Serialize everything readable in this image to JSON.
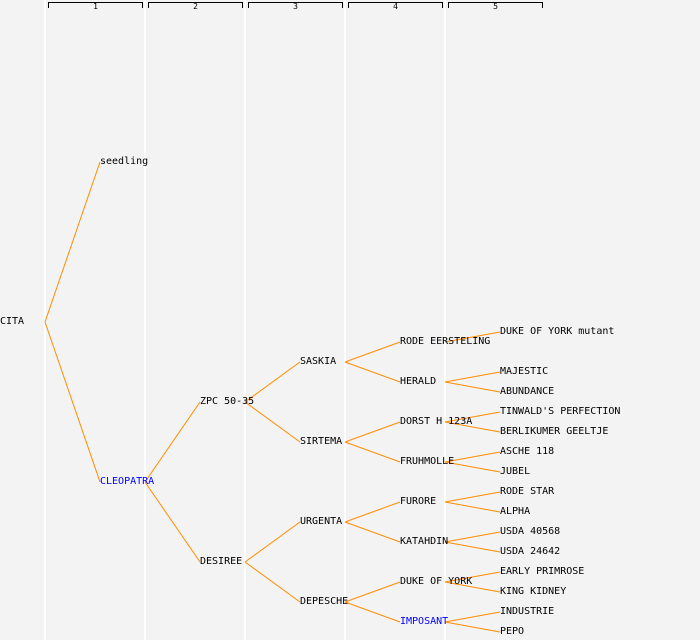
{
  "columns": [
    "1",
    "2",
    "3",
    "4",
    "5"
  ],
  "colors": {
    "line": "#ff8c00",
    "text": "#000000",
    "highlight": "#0000ff"
  },
  "tree": {
    "name": "CITA",
    "children": [
      {
        "name": "seedling",
        "children": []
      },
      {
        "name": "CLEOPATRA",
        "highlight": true,
        "children": [
          {
            "name": "ZPC 50-35",
            "children": [
              {
                "name": "SASKIA",
                "children": [
                  {
                    "name": "RODE EERSTELING",
                    "children": [
                      {
                        "name": "DUKE OF YORK mutant"
                      },
                      null
                    ]
                  },
                  {
                    "name": "HERALD",
                    "children": [
                      {
                        "name": "MAJESTIC"
                      },
                      {
                        "name": "ABUNDANCE"
                      }
                    ]
                  }
                ]
              },
              {
                "name": "SIRTEMA",
                "children": [
                  {
                    "name": "DORST H 123A",
                    "children": [
                      {
                        "name": "TINWALD'S PERFECTION"
                      },
                      {
                        "name": "BERLIKUMER GEELTJE"
                      }
                    ]
                  },
                  {
                    "name": "FRUHMOLLE",
                    "children": [
                      {
                        "name": "ASCHE 118"
                      },
                      {
                        "name": "JUBEL"
                      }
                    ]
                  }
                ]
              }
            ]
          },
          {
            "name": "DESIREE",
            "children": [
              {
                "name": "URGENTA",
                "children": [
                  {
                    "name": "FURORE",
                    "children": [
                      {
                        "name": "RODE STAR"
                      },
                      {
                        "name": "ALPHA"
                      }
                    ]
                  },
                  {
                    "name": "KATAHDIN",
                    "children": [
                      {
                        "name": "USDA 40568"
                      },
                      {
                        "name": "USDA 24642"
                      }
                    ]
                  }
                ]
              },
              {
                "name": "DEPESCHE",
                "children": [
                  {
                    "name": "DUKE OF YORK",
                    "children": [
                      {
                        "name": "EARLY PRIMROSE"
                      },
                      {
                        "name": "KING KIDNEY"
                      }
                    ]
                  },
                  {
                    "name": "IMPOSANT",
                    "highlight": true,
                    "children": [
                      {
                        "name": "INDUSTRIE"
                      },
                      {
                        "name": "PEPO"
                      }
                    ]
                  }
                ]
              }
            ]
          }
        ]
      }
    ]
  }
}
